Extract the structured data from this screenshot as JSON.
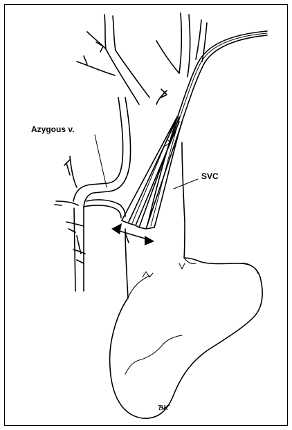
{
  "labels": {
    "azygous": "Azygous v.",
    "svc": "SVC"
  },
  "signature": "BK",
  "colors": {
    "ink": "#000000",
    "paper": "#ffffff"
  }
}
